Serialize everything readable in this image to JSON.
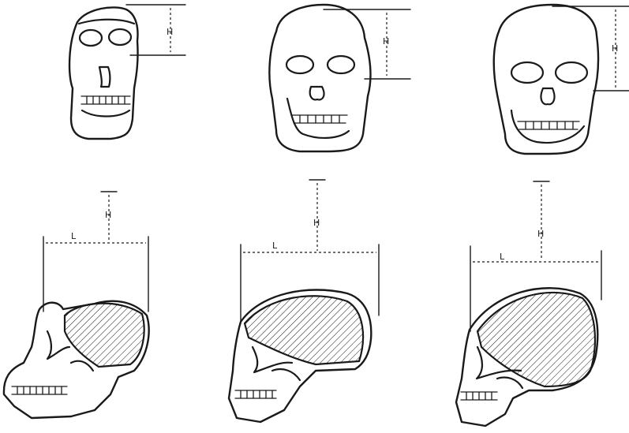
{
  "figure": {
    "labels": {
      "height": "H",
      "length": "L"
    },
    "rows": {
      "front": [
        {
          "id": "skull-front-1",
          "icon": "frontal-skull-ape-icon"
        },
        {
          "id": "skull-front-2",
          "icon": "frontal-skull-erectus-icon"
        },
        {
          "id": "skull-front-3",
          "icon": "frontal-skull-sapiens-icon"
        }
      ],
      "side": [
        {
          "id": "skull-side-1",
          "icon": "lateral-skull-ape-icon"
        },
        {
          "id": "skull-side-2",
          "icon": "lateral-skull-erectus-icon"
        },
        {
          "id": "skull-side-3",
          "icon": "lateral-skull-sapiens-icon"
        }
      ]
    },
    "colors": {
      "ink": "#1a1a1a",
      "paper": "#ffffff"
    }
  }
}
